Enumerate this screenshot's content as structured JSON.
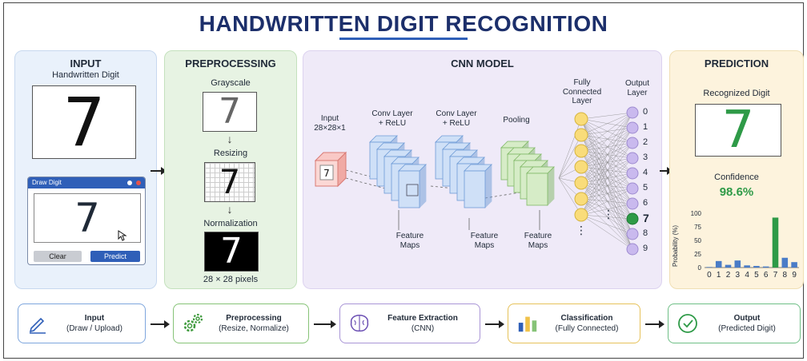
{
  "title": "HANDWRITTEN DIGIT RECOGNITION",
  "input": {
    "header": "INPUT",
    "subheader": "Handwritten Digit",
    "digit": "7",
    "window_title": "Draw Digit",
    "canvas_digit": "7",
    "clear_label": "Clear",
    "predict_label": "Predict"
  },
  "preprocessing": {
    "header": "PREPROCESSING",
    "grayscale": "Grayscale",
    "resizing": "Resizing",
    "normalization": "Normalization",
    "digit": "7",
    "size_note": "28 × 28 pixels"
  },
  "cnn": {
    "header": "CNN MODEL",
    "input_label": "Input",
    "input_dims": "28×28×1",
    "input_digit": "7",
    "conv1_label": "Conv Layer\n+ ReLU",
    "conv2_label": "Conv Layer\n+ ReLU",
    "pooling_label": "Pooling",
    "fm1_label": "Feature\nMaps",
    "fm2_label": "Feature\nMaps",
    "fm3_label": "Feature\nMaps",
    "fc_label": "Fully\nConnected\nLayer",
    "output_label": "Output\nLayer",
    "ellipsis": "⋮",
    "outputs": [
      "0",
      "1",
      "2",
      "3",
      "4",
      "5",
      "6",
      "7",
      "8",
      "9"
    ],
    "predicted_index": 7
  },
  "prediction": {
    "header": "PREDICTION",
    "recognized_label": "Recognized Digit",
    "digit": "7",
    "confidence_label": "Confidence",
    "confidence_value": "98.6%",
    "ylabel": "Probability (%)"
  },
  "colors": {
    "predicted": "#2e9a47",
    "bar": "#4a7cc7",
    "title": "#1c2f6b"
  },
  "chart_data": {
    "type": "bar",
    "categories": [
      "0",
      "1",
      "2",
      "3",
      "4",
      "5",
      "6",
      "7",
      "8",
      "9"
    ],
    "values": [
      1,
      12,
      5,
      13,
      4,
      3,
      2,
      92,
      18,
      10
    ],
    "ylabel": "Probability (%)",
    "ylim": [
      0,
      100
    ],
    "yticks": [
      "0",
      "25",
      "50",
      "75",
      "100"
    ],
    "highlight_index": 7
  },
  "flow": [
    {
      "title": "Input",
      "sub": "(Draw / Upload)",
      "icon": "pen-icon"
    },
    {
      "title": "Preprocessing",
      "sub": "(Resize, Normalize)",
      "icon": "gears-icon"
    },
    {
      "title": "Feature Extraction",
      "sub": "(CNN)",
      "icon": "brain-icon"
    },
    {
      "title": "Classification",
      "sub": "(Fully Connected)",
      "icon": "bar-chart-icon"
    },
    {
      "title": "Output",
      "sub": "(Predicted Digit)",
      "icon": "check-circle-icon"
    }
  ]
}
